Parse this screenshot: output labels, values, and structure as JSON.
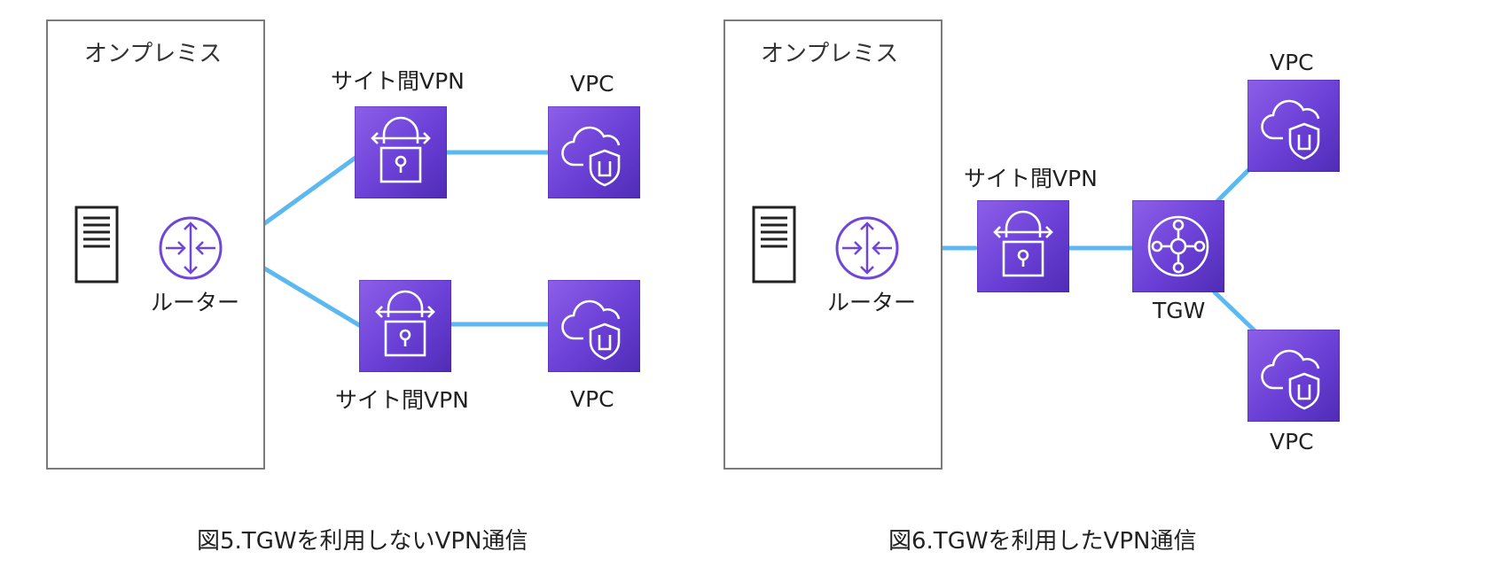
{
  "figure5": {
    "onprem_label": "オンプレミス",
    "router_label": "ルーター",
    "vpn_top_label": "サイト間VPN",
    "vpn_bottom_label": "サイト間VPN",
    "vpc_top_label": "VPC",
    "vpc_bottom_label": "VPC",
    "caption": "図5.TGWを利用しないVPN通信"
  },
  "figure6": {
    "onprem_label": "オンプレミス",
    "router_label": "ルーター",
    "vpn_label": "サイト間VPN",
    "tgw_label": "TGW",
    "vpc_top_label": "VPC",
    "vpc_bottom_label": "VPC",
    "caption": "図6.TGWを利用したVPN通信"
  },
  "colors": {
    "link": "#5bb8f0",
    "tile": "#6b44d8",
    "icon": "#ffffff",
    "router_stroke": "#6f46d8",
    "border": "#7a7a7a"
  },
  "icons": {
    "server": "server-icon",
    "router": "router-icon",
    "vpn": "site-to-site-vpn-icon",
    "vpc": "vpc-cloud-shield-icon",
    "tgw": "transit-gateway-icon"
  }
}
